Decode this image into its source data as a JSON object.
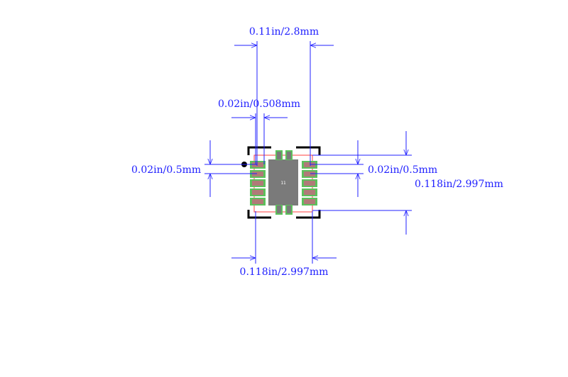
{
  "dimensions": {
    "top_width": "0.11in/2.8mm",
    "pad_width": "0.02in/0.508mm",
    "left_pitch": "0.02in/0.5mm",
    "right_pitch": "0.02in/0.5mm",
    "right_height": "0.118in/2.997mm",
    "bottom_width": "0.118in/2.997mm"
  },
  "center_pad_label": "11",
  "colors": {
    "dimension": "#2020ff",
    "silkscreen": "#000000",
    "pad_copper": "#b07a78",
    "pad_mask": "#5cc05c",
    "thermal_pad": "#7a7a7a",
    "courtyard": "#ff4040"
  }
}
